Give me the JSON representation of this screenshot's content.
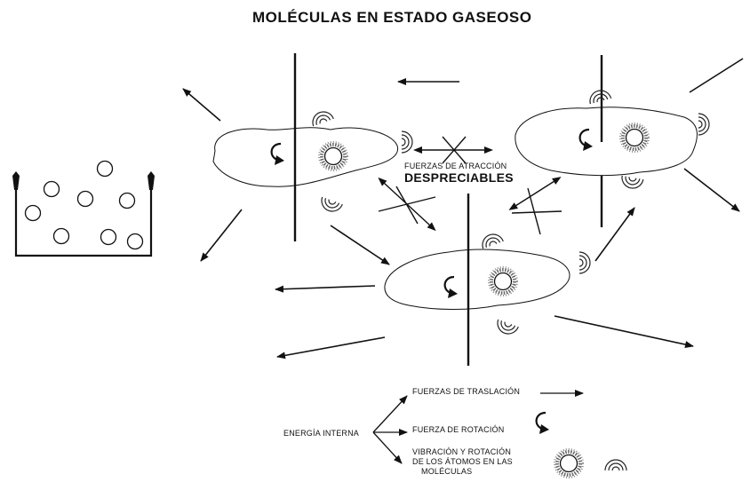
{
  "title": "MOLÉCULAS EN ESTADO GASEOSO",
  "center_label": {
    "line1": "FUERZAS DE ATRACCIÓN",
    "line2": "DESPRECIABLES"
  },
  "legend": {
    "root": "ENERGÍA INTERNA",
    "translation": "FUERZAS DE TRASLACIÓN",
    "rotation": "FUERZA DE ROTACIÓN",
    "vibration_lines": [
      "VIBRACIÓN Y ROTACIÓN",
      "DE LOS ÁTOMOS EN LAS",
      "MOLÉCULAS"
    ]
  },
  "colors": {
    "ink": "#111111",
    "background": "#ffffff",
    "halo": "#555555"
  }
}
